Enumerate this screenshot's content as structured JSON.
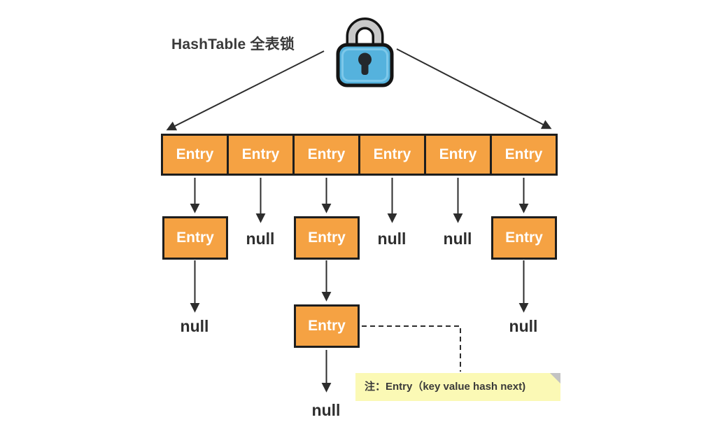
{
  "diagram": {
    "title": "HashTable 全表锁",
    "lock_icon": "padlock-icon",
    "bucket_row": [
      "Entry",
      "Entry",
      "Entry",
      "Entry",
      "Entry",
      "Entry"
    ],
    "level2": [
      "Entry",
      "null",
      "Entry",
      "null",
      "null",
      "Entry"
    ],
    "level3": [
      "null",
      "Entry",
      "null"
    ],
    "level4": [
      "null"
    ],
    "note": "注：Entry（key value hash next)",
    "colors": {
      "box_fill": "#F5A243",
      "box_border": "#1E1E1E",
      "box_text": "#FFFFFF",
      "note_bg": "#FBF9B5",
      "note_fold": "#C3C3C3",
      "lock_body": "#55B2DD",
      "lock_shackle": "#C9C9C9",
      "line": "#2D2D2D",
      "title_text": "#3A3A3A"
    }
  }
}
